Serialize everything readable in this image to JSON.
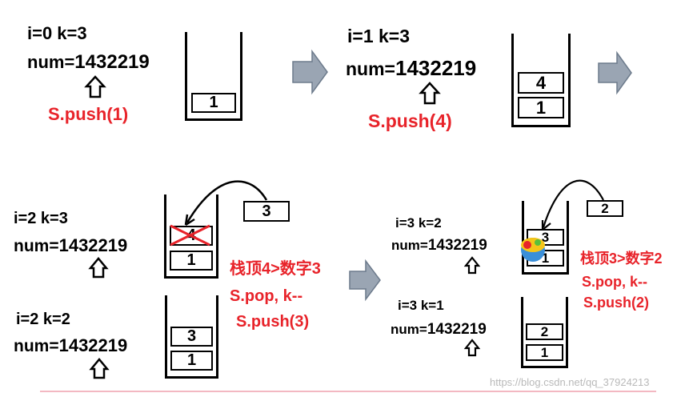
{
  "steps": [
    {
      "state": "i=0   k=3",
      "num_label": "num=",
      "num_value": "1432219",
      "op": "S.push(1)",
      "stack": [
        "1"
      ]
    },
    {
      "state": "i=1   k=3",
      "num_label": "num=",
      "num_value": "1432219",
      "op": "S.push(4)",
      "stack": [
        "4",
        "1"
      ]
    },
    {
      "state": "i=2   k=3",
      "num_label": "num=",
      "num_value": "1432219",
      "stack": [
        "4",
        "1"
      ],
      "incoming": "3",
      "note_lines": [
        "栈顶4>数字3",
        "S.pop, k--",
        "S.push(3)"
      ]
    },
    {
      "state": "i=2   k=2",
      "num_label": "num=",
      "num_value": "1432219",
      "stack": [
        "3",
        "1"
      ]
    },
    {
      "state": "i=3   k=2",
      "num_label": "num=",
      "num_value": "1432219",
      "stack": [
        "3",
        "1"
      ],
      "incoming": "2",
      "note_lines": [
        "栈顶3>数字2",
        "S.pop, k--",
        "S.push(2)"
      ]
    },
    {
      "state": "i=3   k=1",
      "num_label": "num=",
      "num_value": "1432219",
      "stack": [
        "2",
        "1"
      ]
    }
  ],
  "watermark": "https://blog.csdn.net/qq_37924213",
  "colors": {
    "accent_red": "#e8232a",
    "arrow_gray": "#9aa5b3",
    "arrow_stroke": "#6d7b8c"
  }
}
